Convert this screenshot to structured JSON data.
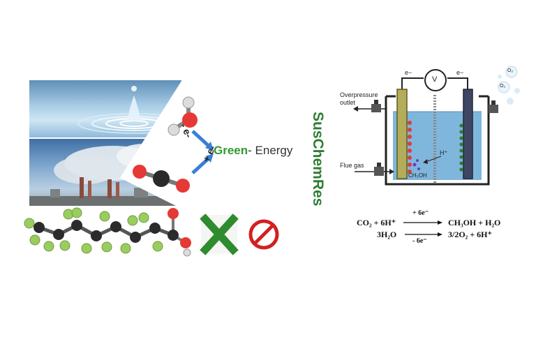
{
  "left_panel": {
    "minus_e_label": "- e-",
    "plus_e_label": "+ e-",
    "green_prefix": "Green",
    "energy_suffix": "- Energy"
  },
  "journal": {
    "name": "SusChemRes"
  },
  "cell": {
    "electron_left": "e−",
    "electron_right": "e−",
    "voltmeter": "V",
    "overpressure": "Overpressure",
    "outlet": "outlet",
    "flue_gas": "Flue gas",
    "proton": "H⁺",
    "methanol": "CH₃OH",
    "o2_top": "O₂",
    "o2_bottom": "O₂"
  },
  "reactions": {
    "r1_left": "CO₂ + 6H⁺",
    "r1_cond": "+ 6e⁻",
    "r1_right": "CH₃OH + H₂O",
    "r2_left": "3H₂O",
    "r2_cond": "- 6e⁻",
    "r2_right": "3/2O₂ + 6H⁺"
  },
  "colors": {
    "green_text": "#2f9a2f",
    "journal_green": "#2e7d32",
    "arrow_blue": "#3a7fd5",
    "cross_green": "#2e8b2e",
    "prohibit_red": "#d32020",
    "electrolyte": "#7fb6dc"
  },
  "icons": [
    "water-splash-photo",
    "power-plant-photo",
    "water-molecule-icon",
    "co2-molecule-icon",
    "pfoa-molecule-icon",
    "green-cross-icon",
    "prohibited-icon",
    "voltmeter-icon"
  ]
}
